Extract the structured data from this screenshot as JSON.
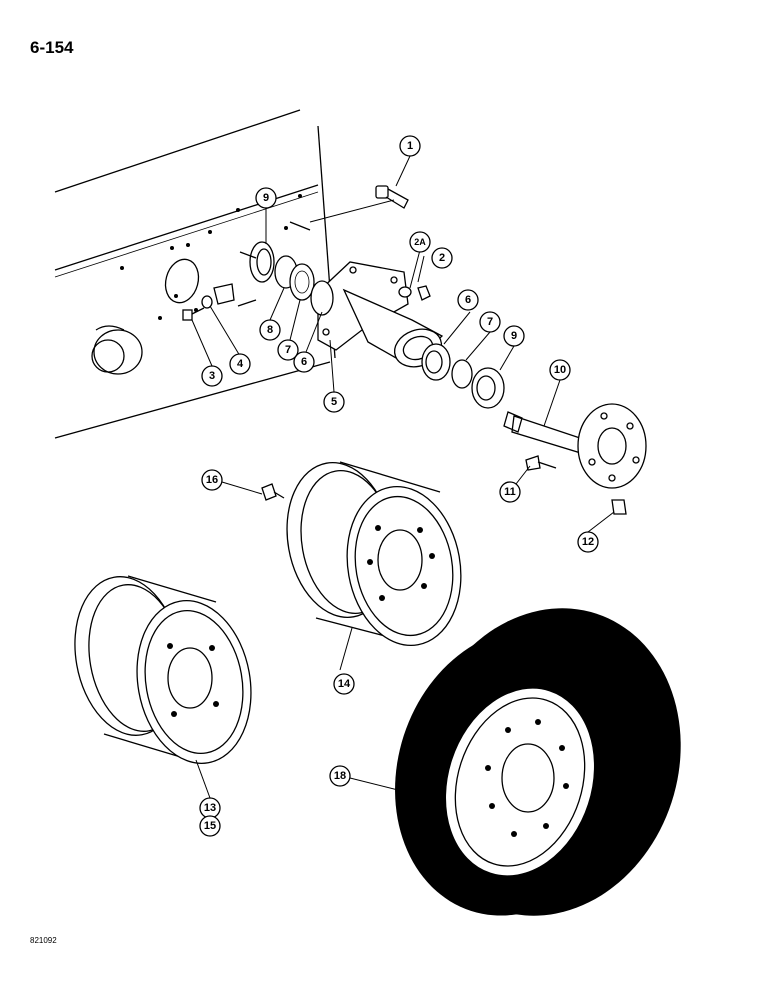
{
  "page_number": "6-154",
  "reference_number": "821092",
  "callouts": [
    {
      "id": "c1",
      "label": "1"
    },
    {
      "id": "c2",
      "label": "2"
    },
    {
      "id": "c2a",
      "label": "2A"
    },
    {
      "id": "c3",
      "label": "3"
    },
    {
      "id": "c4",
      "label": "4"
    },
    {
      "id": "c5",
      "label": "5"
    },
    {
      "id": "c6a",
      "label": "6"
    },
    {
      "id": "c6b",
      "label": "6"
    },
    {
      "id": "c7a",
      "label": "7"
    },
    {
      "id": "c7b",
      "label": "7"
    },
    {
      "id": "c8",
      "label": "8"
    },
    {
      "id": "c9a",
      "label": "9"
    },
    {
      "id": "c9b",
      "label": "9"
    },
    {
      "id": "c10",
      "label": "10"
    },
    {
      "id": "c11",
      "label": "11"
    },
    {
      "id": "c12",
      "label": "12"
    },
    {
      "id": "c13",
      "label": "13"
    },
    {
      "id": "c14",
      "label": "14"
    },
    {
      "id": "c15",
      "label": "15"
    },
    {
      "id": "c16",
      "label": "16"
    },
    {
      "id": "c18",
      "label": "18"
    }
  ]
}
